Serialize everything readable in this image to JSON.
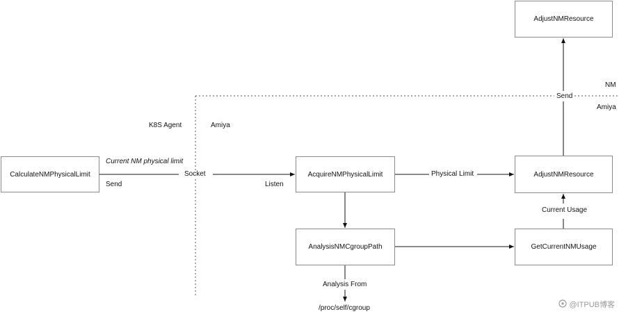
{
  "boxes": {
    "calculate": "CalculateNMPhysicalLimit",
    "acquire": "AcquireNMPhysicalLimit",
    "analysis": "AnalysisNMCgroupPath",
    "adjust_main": "AdjustNMResource",
    "adjust_top": "AdjustNMResource",
    "get_usage": "GetCurrentNMUsage"
  },
  "labels": {
    "current_limit": "Current NM physical limit",
    "send_left": "Send",
    "socket": "Socket",
    "listen": "Listen",
    "k8s_agent": "K8S Agent",
    "amiya_left": "Amiya",
    "physical_limit": "Physical Limit",
    "current_usage": "Current Usage",
    "send_top": "Send",
    "nm": "NM",
    "amiya_right": "Amiya",
    "analysis_from": "Analysis From",
    "cgroup_path": "/proc/self/cgroup"
  },
  "watermark": {
    "text": "@ITPUB博客",
    "icon": "itpub-logo-icon"
  }
}
